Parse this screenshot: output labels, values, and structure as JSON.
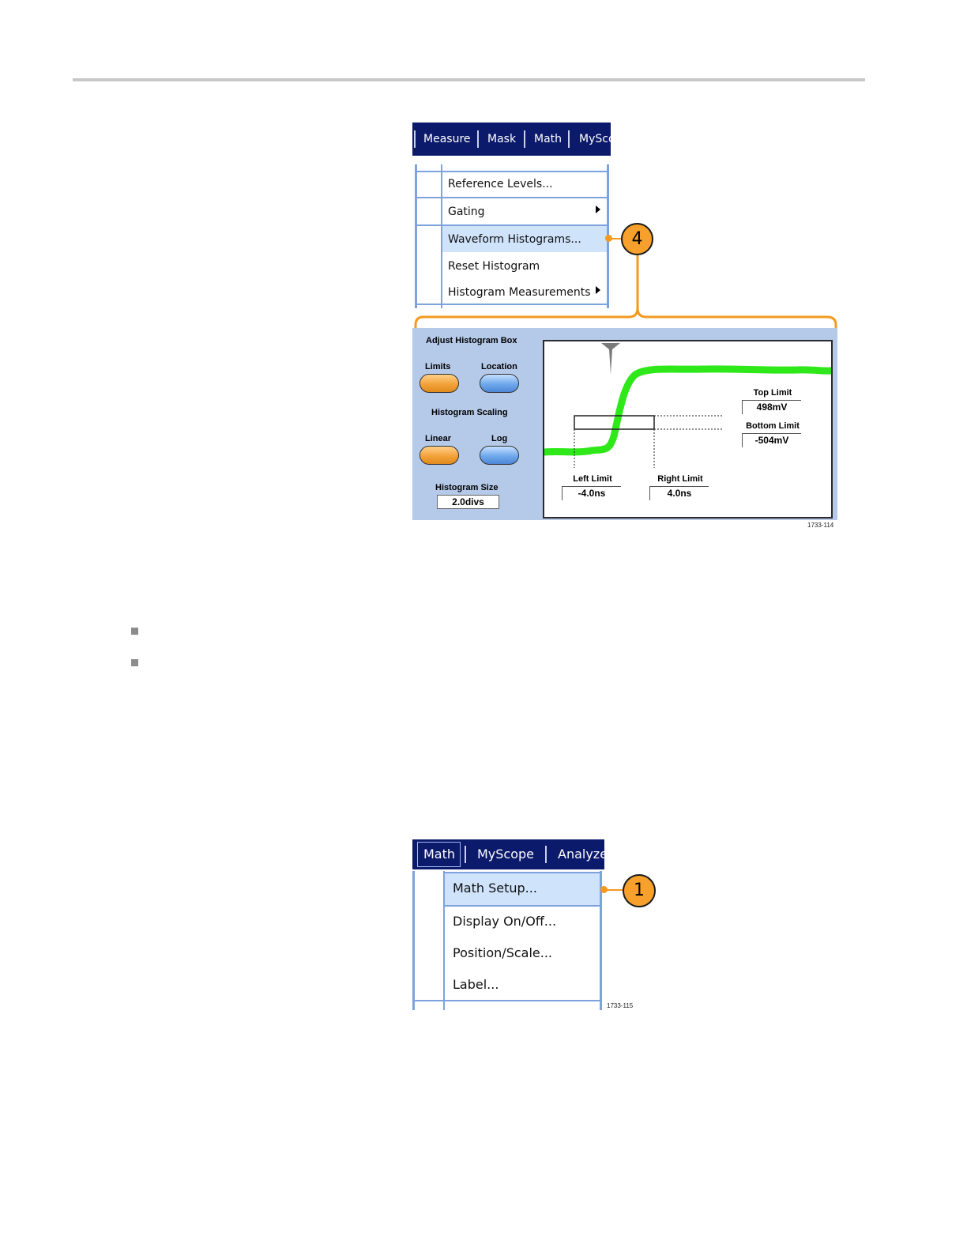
{
  "figure1": {
    "menubar": {
      "items": [
        "Measure",
        "Mask",
        "Math",
        "MySco"
      ]
    },
    "menu": {
      "items": [
        {
          "label": "Reference Levels...",
          "submenu": false,
          "highlighted": false
        },
        {
          "label": "Gating",
          "submenu": true,
          "highlighted": false
        },
        {
          "label": "Waveform Histograms...",
          "submenu": false,
          "highlighted": true
        },
        {
          "label": "Reset Histogram",
          "submenu": false,
          "highlighted": false
        },
        {
          "label": "Histogram Measurements",
          "submenu": true,
          "highlighted": false
        }
      ]
    },
    "callout": "4",
    "panel": {
      "adjust_title": "Adjust Histogram Box",
      "limits_label": "Limits",
      "location_label": "Location",
      "scaling_title": "Histogram Scaling",
      "linear_label": "Linear",
      "log_label": "Log",
      "size_label": "Histogram Size",
      "size_value": "2.0divs",
      "top_limit_label": "Top Limit",
      "top_limit_value": "498mV",
      "bottom_limit_label": "Bottom Limit",
      "bottom_limit_value": "-504mV",
      "left_limit_label": "Left Limit",
      "left_limit_value": "-4.0ns",
      "right_limit_label": "Right Limit",
      "right_limit_value": "4.0ns"
    },
    "figure_id": "1733-114"
  },
  "figure2": {
    "menubar": {
      "items": [
        "Math",
        "MyScope",
        "Analyze"
      ]
    },
    "menu": {
      "items": [
        {
          "label": "Math Setup...",
          "highlighted": true
        },
        {
          "label": "Display On/Off...",
          "highlighted": false
        },
        {
          "label": "Position/Scale...",
          "highlighted": false
        },
        {
          "label": "Label...",
          "highlighted": false
        }
      ]
    },
    "callout": "1",
    "figure_id": "1733-115"
  },
  "colors": {
    "menubar_bg": "#0c1a6b",
    "menu_border": "#7ea2de",
    "highlight": "#cfe3fb",
    "callout": "#f7a12c",
    "panel_bg": "#b5c9e8",
    "waveform": "#2ee81a"
  }
}
